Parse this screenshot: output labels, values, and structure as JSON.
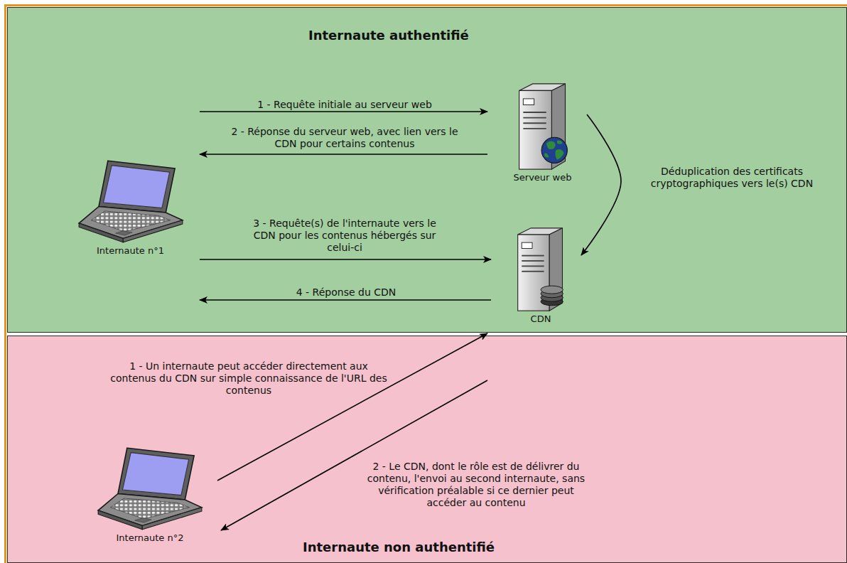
{
  "diagram": {
    "nodes": [
      {
        "text": [
          "Internaute authentifié"
        ]
      },
      {
        "text": [
          "Internaute n°1"
        ],
        "in": 0
      },
      {
        "text": [
          "Serveur web"
        ],
        "in": 0
      },
      {
        "text": [
          "CDN"
        ],
        "in": 0
      },
      {
        "text": [
          "Internaute non authentifié"
        ]
      },
      {
        "text": [
          "Internaute n°2"
        ],
        "in": 4
      }
    ],
    "edges": [
      {
        "from": 1,
        "to": 2,
        "arrow": "to",
        "label": "1 - Requête initiale au serveur web"
      },
      {
        "from": 2,
        "to": 1,
        "arrow": "to",
        "label": "2 - Réponse du serveur web, avec lien vers le CDN pour certains contenus"
      },
      {
        "from": 2,
        "to": 3,
        "arrow": "to",
        "label": "Déduplication des certificats cryptographiques vers le(s) CDN"
      },
      {
        "from": 1,
        "to": 3,
        "arrow": "to",
        "label": "3 - Requête(s) de l'internaute vers le CDN pour les contenus hébergés sur celui-ci"
      },
      {
        "from": 3,
        "to": 1,
        "arrow": "to",
        "label": "4 - Réponse du CDN"
      },
      {
        "from": 5,
        "to": 3,
        "arrow": "to",
        "label": "1 - Un internaute peut accéder directement aux contenus du CDN sur simple connaissance de l'URL des contenus"
      },
      {
        "from": 3,
        "to": 5,
        "arrow": "to",
        "label": "2 - Le CDN, dont le rôle est de délivrer du contenu, l'envoi au second internaute, sans vérification préalable si ce dernier peut accéder au contenu"
      }
    ]
  }
}
